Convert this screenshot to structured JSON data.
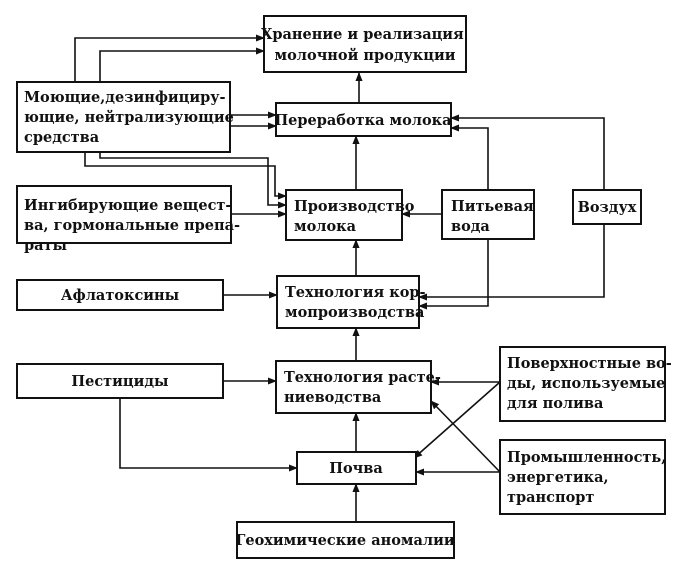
{
  "nodes": {
    "storage": [
      "Хранение и реализация",
      "молочной продукции"
    ],
    "detergents": [
      "Моющие,дезинфициру-",
      "ющие, нейтрализующие",
      "средства"
    ],
    "processing": [
      "Переработка молока"
    ],
    "inhibitors": [
      "Ингибирующие вещест-",
      "ва, гормональные препа-",
      "раты"
    ],
    "milk_production": [
      "Производство",
      "молока"
    ],
    "drinking_water": [
      "Питьевая",
      "вода"
    ],
    "air": [
      "Воздух"
    ],
    "aflatoxins": [
      "Афлатоксины"
    ],
    "feed_tech": [
      "Технология кор-",
      "мопроизводства"
    ],
    "pesticides": [
      "Пестициды"
    ],
    "crop_tech": [
      "Технология расте-",
      "ниеводства"
    ],
    "surface_water": [
      "Поверхностные во-",
      "ды, используемые",
      "для полива"
    ],
    "soil": [
      "Почва"
    ],
    "industry": [
      "Промышленность,",
      "энергетика,",
      "транспорт"
    ],
    "anomalies": [
      "Геохимические аномалии"
    ]
  }
}
